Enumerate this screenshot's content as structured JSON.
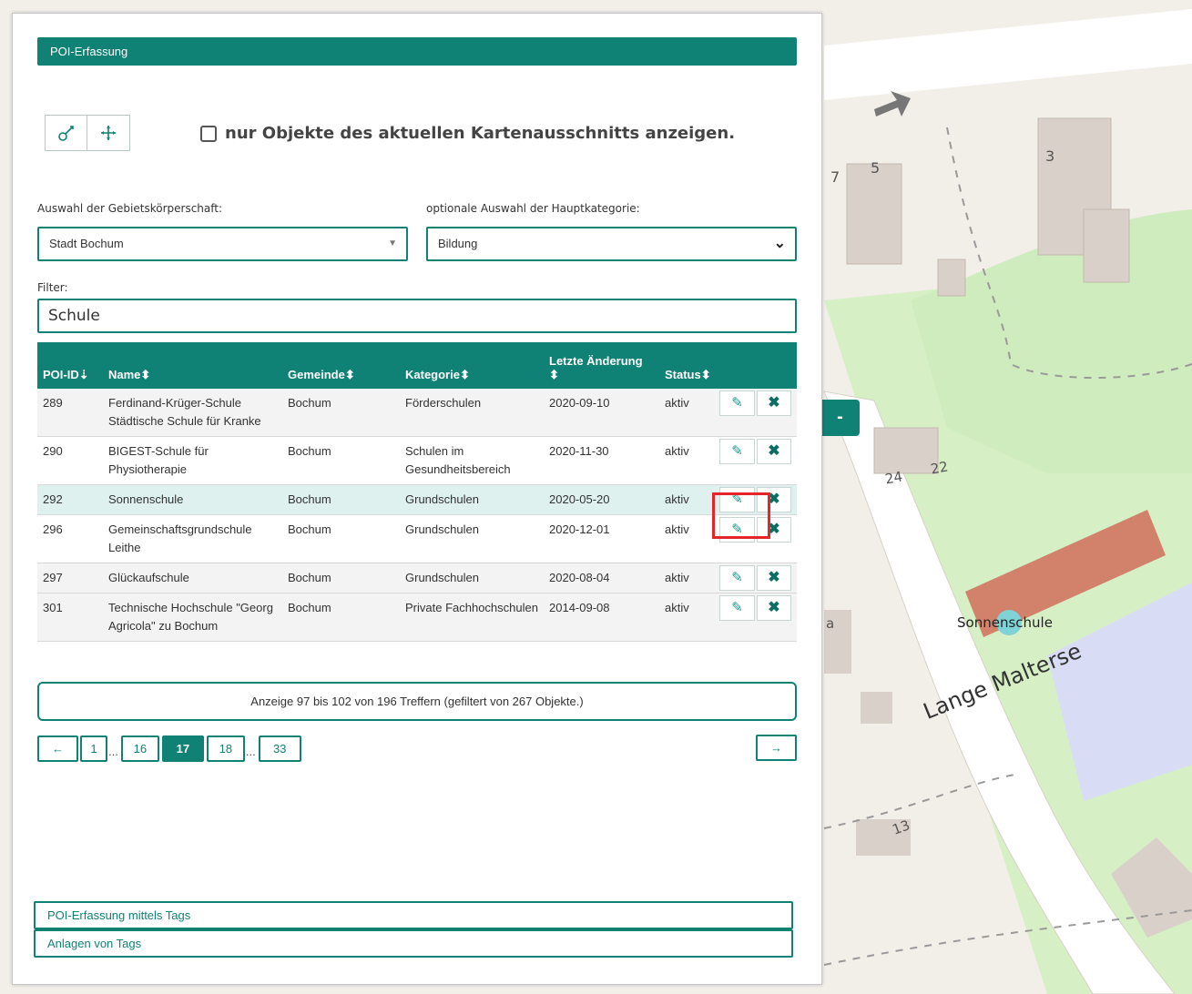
{
  "panel": {
    "title": "POI-Erfassung",
    "checkbox_label": "nur Objekte des aktuellen Kartenausschnitts anzeigen.",
    "region_label": "Auswahl der Gebietskörperschaft:",
    "region_value": "Stadt Bochum",
    "category_label": "optionale Auswahl der Hauptkategorie:",
    "category_value": "Bildung",
    "filter_label": "Filter:",
    "filter_value": "Schule",
    "table": {
      "headers": [
        "POI-ID",
        "Name",
        "Gemeinde",
        "Kategorie",
        "Letzte Änderung",
        "Status"
      ],
      "rows": [
        {
          "id": "289",
          "name": "Ferdinand-Krüger-Schule Städtische Schule für Kranke",
          "gemeinde": "Bochum",
          "kategorie": "Förderschulen",
          "datum": "2020-09-10",
          "status": "aktiv"
        },
        {
          "id": "290",
          "name": "BIGEST-Schule für Physiotherapie",
          "gemeinde": "Bochum",
          "kategorie": "Schulen im Gesundheitsbereich",
          "datum": "2020-11-30",
          "status": "aktiv"
        },
        {
          "id": "292",
          "name": "Sonnenschule",
          "gemeinde": "Bochum",
          "kategorie": "Grundschulen",
          "datum": "2020-05-20",
          "status": "aktiv"
        },
        {
          "id": "296",
          "name": "Gemeinschaftsgrundschule Leithe",
          "gemeinde": "Bochum",
          "kategorie": "Grundschulen",
          "datum": "2020-12-01",
          "status": "aktiv"
        },
        {
          "id": "297",
          "name": "Glückaufschule",
          "gemeinde": "Bochum",
          "kategorie": "Grundschulen",
          "datum": "2020-08-04",
          "status": "aktiv"
        },
        {
          "id": "301",
          "name": "Technische Hochschule \"Georg Agricola\" zu Bochum",
          "gemeinde": "Bochum",
          "kategorie": "Private Fachhochschulen",
          "datum": "2014-09-08",
          "status": "aktiv"
        }
      ]
    },
    "info_text": "Anzeige 97 bis 102 von 196 Treffern (gefiltert von 267 Objekte.)",
    "pagination": {
      "prev": "←",
      "pages": [
        "1",
        "16",
        "17",
        "18",
        "33"
      ],
      "ellipsis": "...",
      "current": "17",
      "next": "→"
    },
    "links": [
      "POI-Erfassung mittels Tags",
      "Anlagen von Tags"
    ]
  },
  "map": {
    "street_label": "Lange Malterse",
    "poi_label": "Sonnenschule",
    "house_numbers": [
      "7",
      "5",
      "3",
      "24",
      "22",
      "a",
      "13"
    ],
    "collapse_symbol": "-"
  },
  "colors": {
    "accent": "#0f8275",
    "highlight": "#e5252a"
  }
}
